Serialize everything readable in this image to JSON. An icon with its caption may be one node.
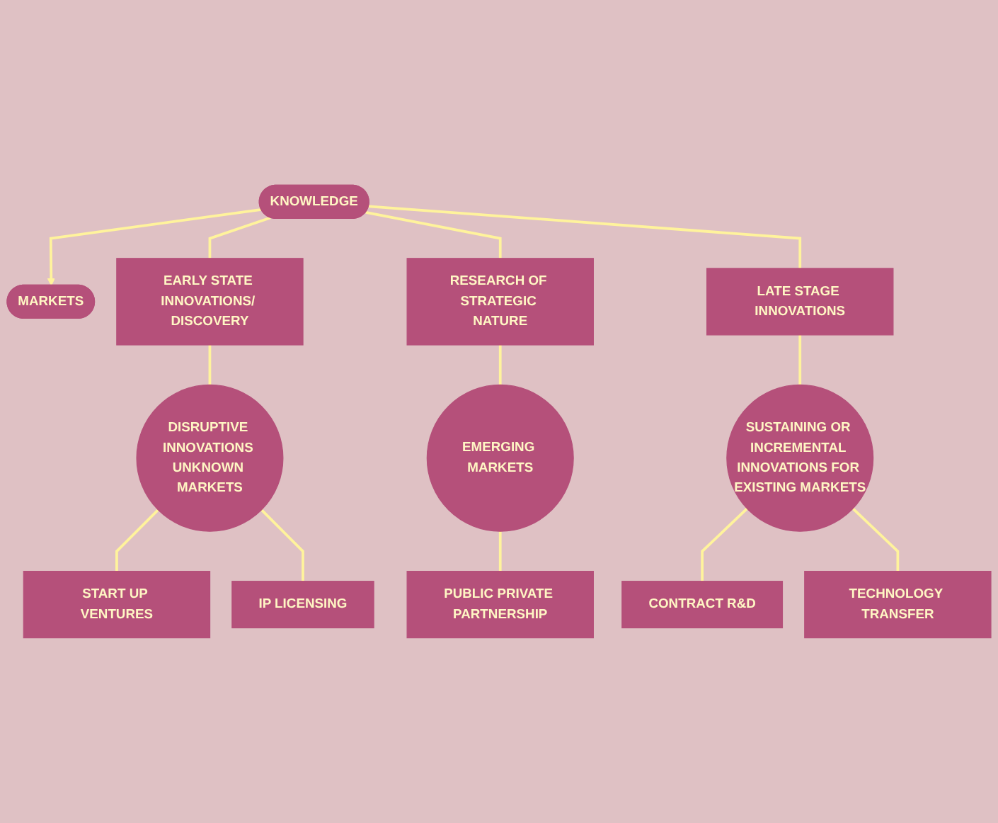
{
  "diagram": {
    "nodes": [
      {
        "text": [
          "KNOWLEDGE"
        ]
      },
      {
        "text": [
          "MARKETS"
        ]
      },
      {
        "text": [
          "EARLY STATE INNOVATIONS/ DISCOVERY"
        ]
      },
      {
        "text": [
          "RESEARCH OF STRATEGIC NATURE"
        ]
      },
      {
        "text": [
          "LATE STAGE INNOVATIONS"
        ]
      },
      {
        "text": [
          "DISRUPTIVE INNOVATIONS UNKNOWN MARKETS"
        ]
      },
      {
        "text": [
          "EMERGING MARKETS"
        ]
      },
      {
        "text": [
          "SUSTAINING OR INCREMENTAL INNOVATIONS FOR EXISTING MARKETS"
        ]
      },
      {
        "text": [
          "START UP VENTURES"
        ]
      },
      {
        "text": [
          "IP LICENSING"
        ]
      },
      {
        "text": [
          "PUBLIC PRIVATE PARTNERSHIP"
        ]
      },
      {
        "text": [
          "CONTRACT R&D"
        ]
      },
      {
        "text": [
          "TECHNOLOGY TRANSFER"
        ]
      }
    ],
    "edges": [
      {
        "from": 0,
        "to": 1,
        "arrow": "to"
      },
      {
        "from": 0,
        "to": 2,
        "arrow": "none"
      },
      {
        "from": 0,
        "to": 3,
        "arrow": "none"
      },
      {
        "from": 0,
        "to": 4,
        "arrow": "none"
      },
      {
        "from": 2,
        "to": 5,
        "arrow": "none"
      },
      {
        "from": 3,
        "to": 6,
        "arrow": "none"
      },
      {
        "from": 4,
        "to": 7,
        "arrow": "none"
      },
      {
        "from": 5,
        "to": 8,
        "arrow": "none"
      },
      {
        "from": 5,
        "to": 9,
        "arrow": "none"
      },
      {
        "from": 6,
        "to": 10,
        "arrow": "none"
      },
      {
        "from": 7,
        "to": 11,
        "arrow": "none"
      },
      {
        "from": 7,
        "to": 12,
        "arrow": "none"
      }
    ]
  }
}
